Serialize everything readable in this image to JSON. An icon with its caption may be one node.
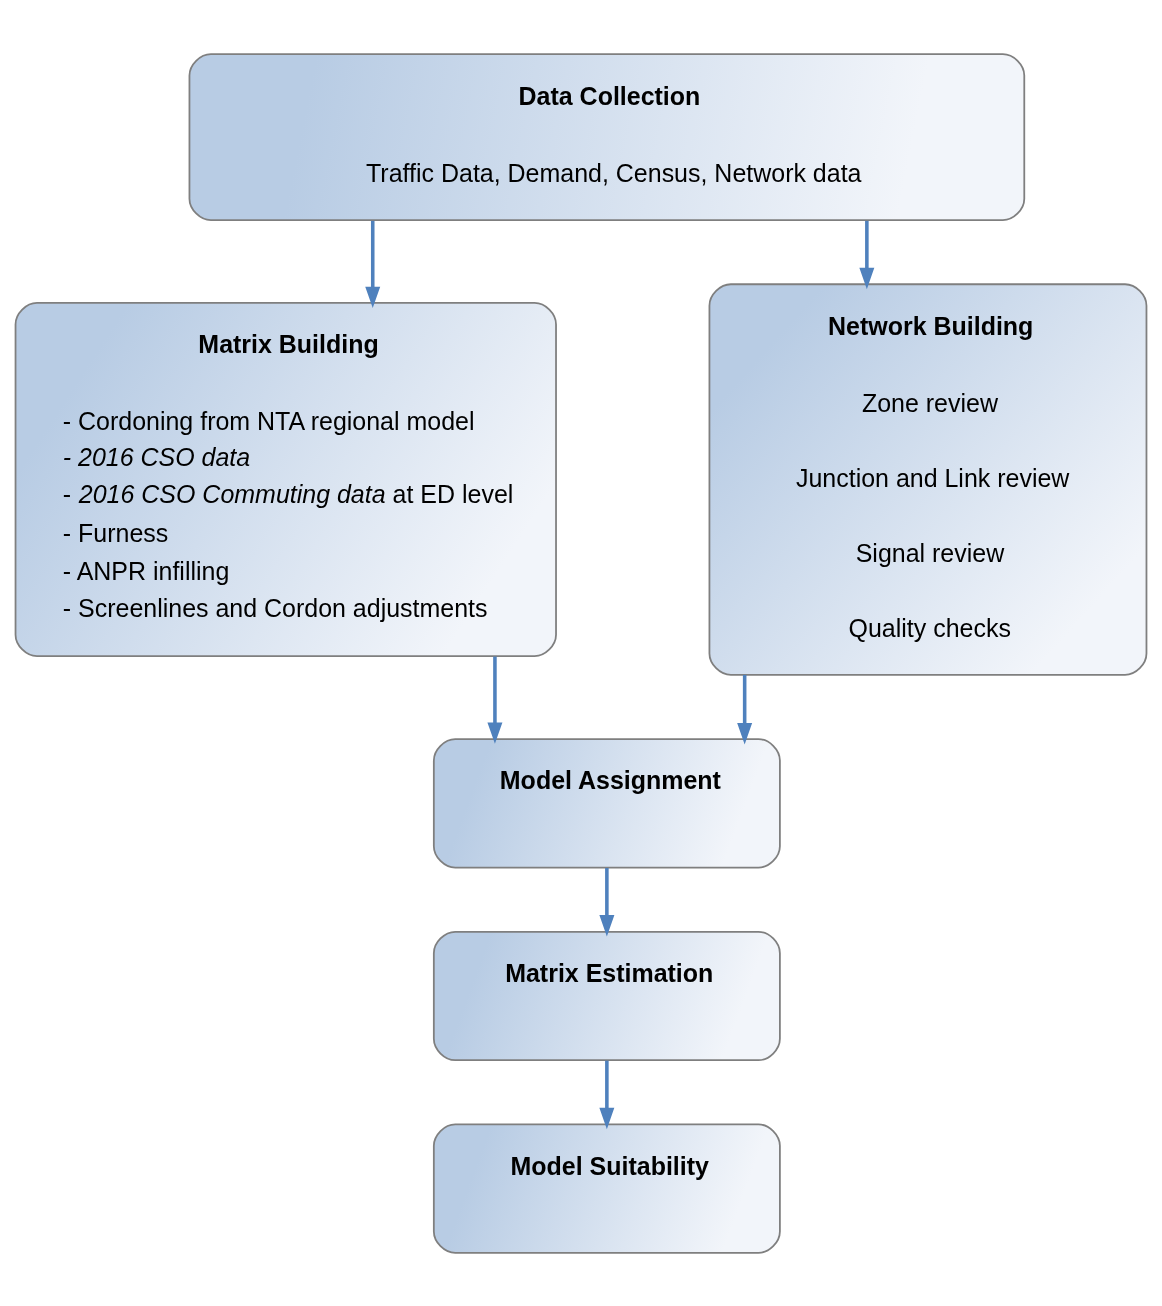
{
  "diagram": {
    "nodes": [
      {
        "text": [
          "Data Collection",
          "Traffic Data, Demand, Census, Network data"
        ]
      },
      {
        "text": [
          "Matrix Building",
          "- Cordoning from NTA regional model",
          "- 2016 CSO data",
          "- *2016 CSO Commuting data* at ED level",
          "- Furness",
          "- ANPR infilling",
          "- Screenlines and Cordon adjustments"
        ]
      },
      {
        "text": [
          "Network Building",
          "Zone review",
          "Junction and Link review",
          "Signal review",
          "Quality checks"
        ]
      },
      {
        "text": [
          "Model Assignment"
        ]
      },
      {
        "text": [
          "Matrix Estimation"
        ]
      },
      {
        "text": [
          "Model Suitability"
        ]
      }
    ],
    "edges": [
      {
        "from": 0,
        "to": 1,
        "arrow": "to"
      },
      {
        "from": 0,
        "to": 2,
        "arrow": "to"
      },
      {
        "from": 1,
        "to": 3,
        "arrow": "to"
      },
      {
        "from": 2,
        "to": 3,
        "arrow": "to"
      },
      {
        "from": 3,
        "to": 4,
        "arrow": "to"
      },
      {
        "from": 4,
        "to": 5,
        "arrow": "to"
      }
    ]
  }
}
